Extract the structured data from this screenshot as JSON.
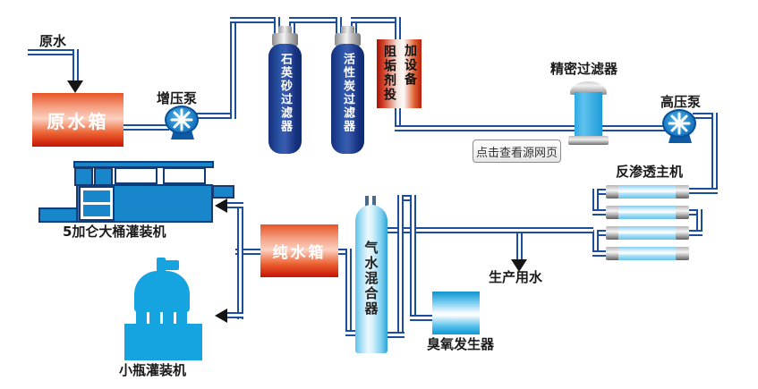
{
  "labels": {
    "raw_water": "原水",
    "raw_water_tank": "原水箱",
    "booster_pump": "增压泵",
    "quartz_sand_filter": "石英砂过滤器",
    "activated_carbon_filter": "活性炭过滤器",
    "scale_inhibitor_left_col": "阻垢剂投",
    "scale_inhibitor_right_col": "加设备",
    "precision_filter": "精密过滤器",
    "high_pressure_pump": "高压泵",
    "ro_unit": "反渗透主机",
    "five_gallon_filler": "5加仑大桶灌装机",
    "pure_water_tank": "纯水箱",
    "gas_water_mixer": "气水混合器",
    "production_water": "生产用水",
    "ozone_generator": "臭氧发生器",
    "small_bottle_filler": "小瓶灌装机"
  },
  "button": {
    "source_link": "点击查看源网页"
  },
  "colors": {
    "pipe_blue": "#1b4f9e",
    "tank_red_top": "#e75426",
    "tank_red_bottom": "#c51403",
    "filter_navy": "#1a3a8e",
    "filter_text": "#ffffff",
    "precision_blue": "#29a8e0",
    "machine_blue": "#1886cb",
    "mixer_blue": "#7fd0f0",
    "arrow_black": "#151515"
  }
}
